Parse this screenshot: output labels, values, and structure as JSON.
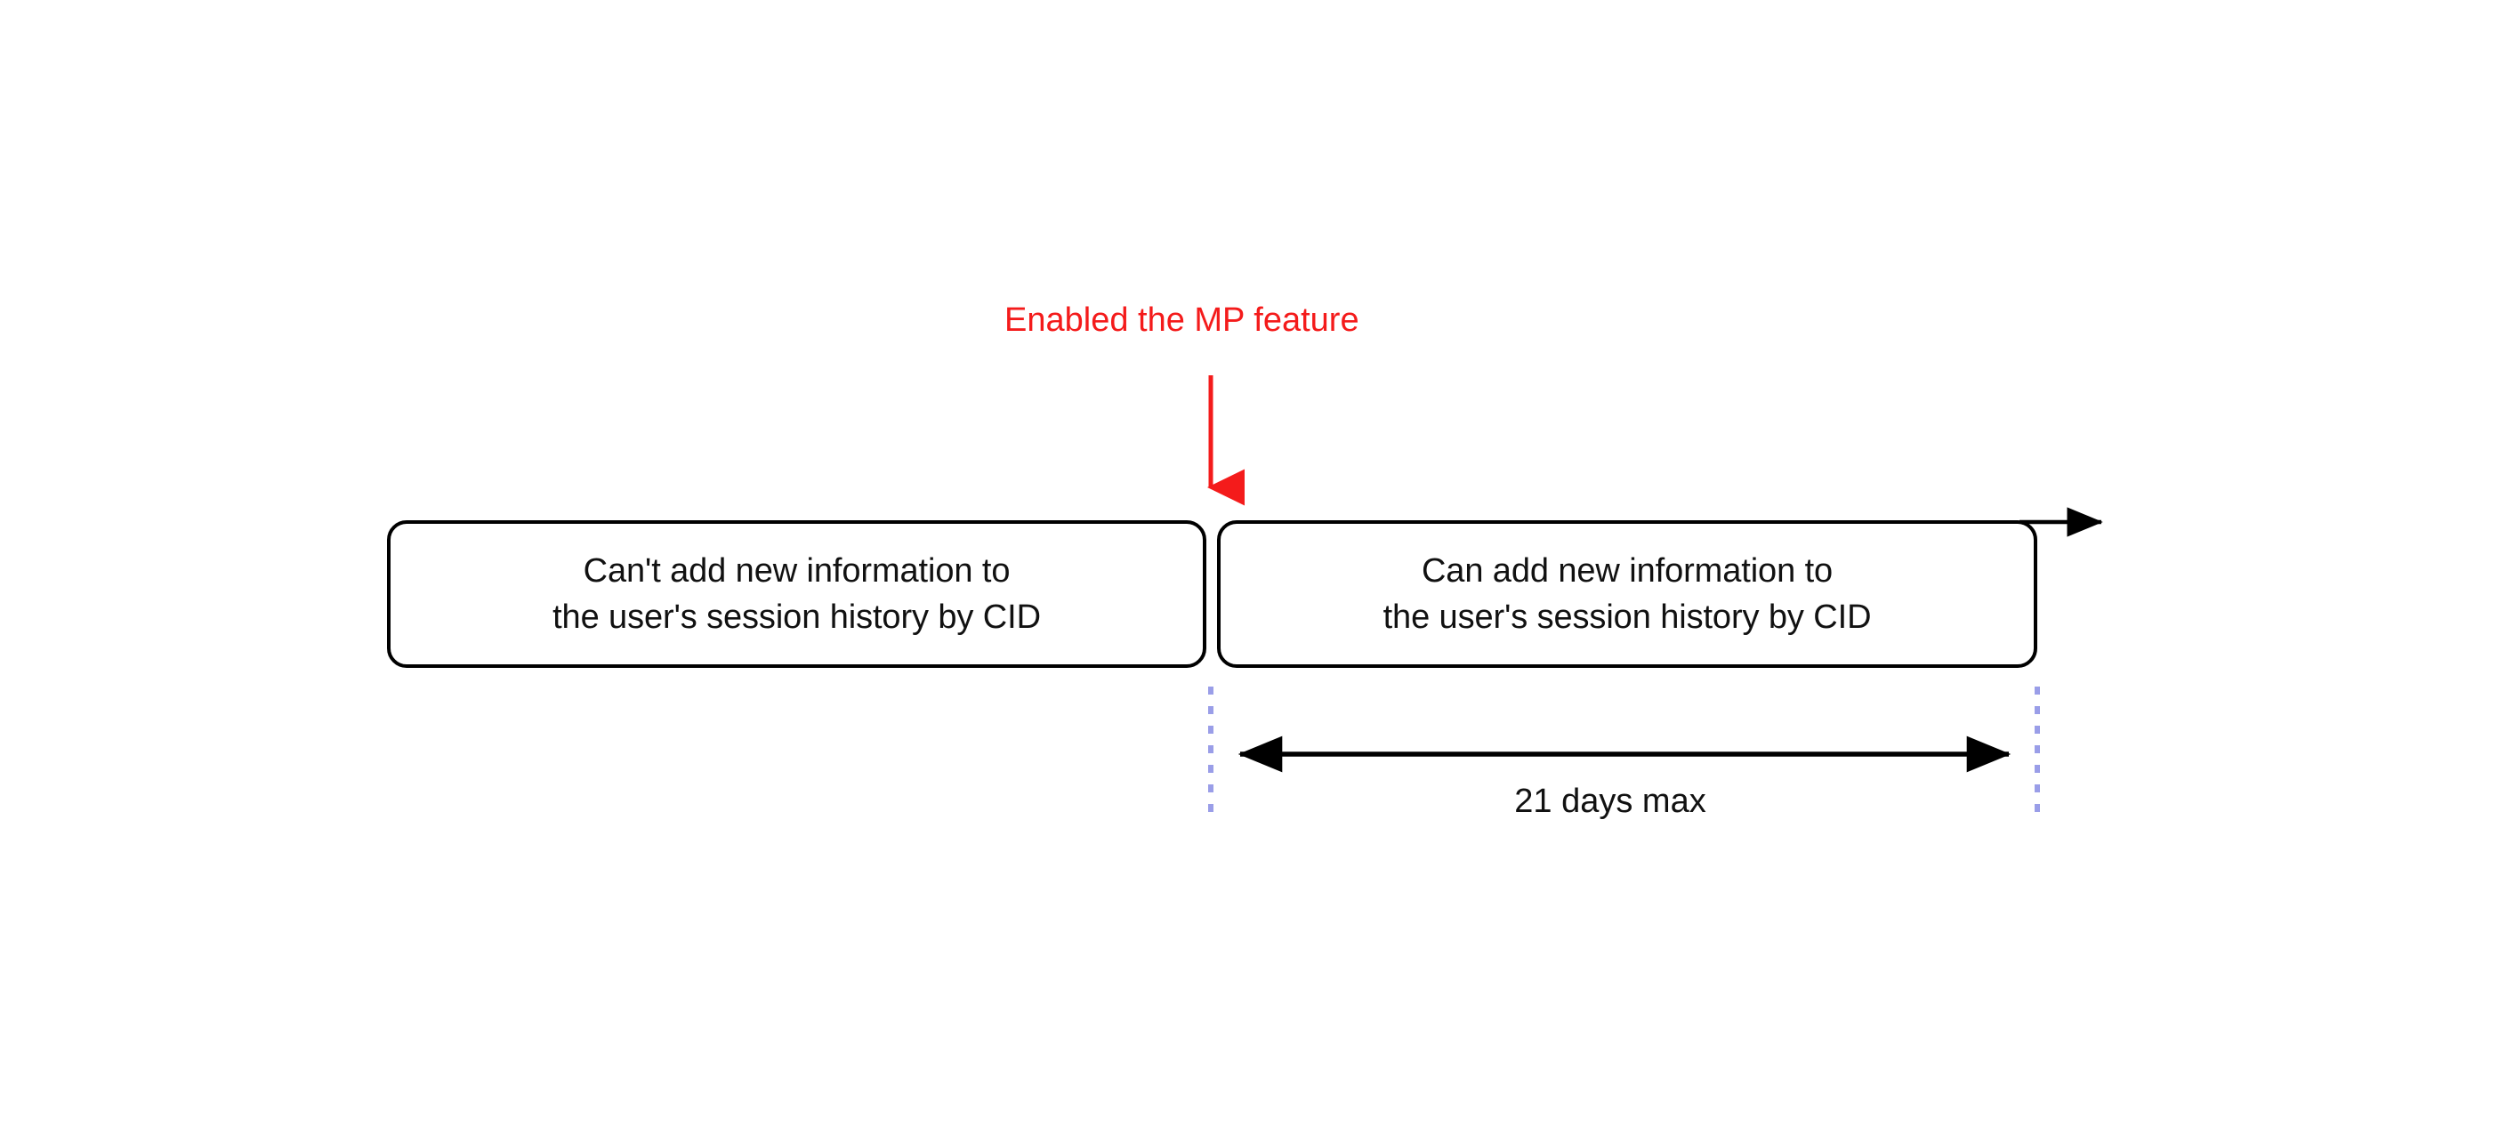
{
  "diagram": {
    "title_text": "Enabled the MP feature",
    "background_color": "#ffffff",
    "annotation_color": "#f41b1b",
    "line_color": "#000000",
    "guide_color": "#9a9ee8",
    "timeline": {
      "arrow_name": "timeline-arrow",
      "direction": "right"
    },
    "phases": [
      {
        "id": "before",
        "line1": "Can't add new information to",
        "line2": "the user's session history by CID"
      },
      {
        "id": "after",
        "line1": "Can add new information to",
        "line2": "the user's session history by CID"
      }
    ],
    "event_marker": {
      "label": "Enabled the MP feature",
      "icon": "arrow-down-icon",
      "color": "#f41b1b"
    },
    "duration": {
      "label": "21 days max",
      "value": 21,
      "unit": "days",
      "qualifier": "max",
      "icon": "double-arrow-horizontal-icon"
    }
  }
}
